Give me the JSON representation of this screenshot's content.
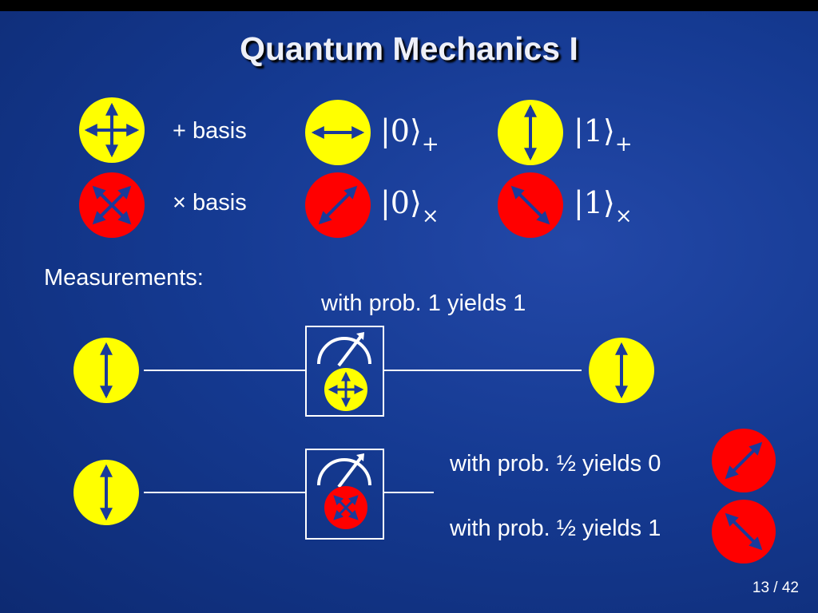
{
  "slide": {
    "title": "Quantum Mechanics I",
    "page_number": "13 / 42",
    "background_color": "#153a92",
    "accent_colors": {
      "yellow": "#ffff00",
      "red": "#ff0000",
      "arrow": "#1a3a9a"
    }
  },
  "bases": [
    {
      "label": "+ basis",
      "icon": "plus-basis-icon",
      "states": [
        {
          "icon": "horizontal-photon-icon",
          "ket": "|0⟩",
          "sub": "+"
        },
        {
          "icon": "vertical-photon-icon",
          "ket": "|1⟩",
          "sub": "+"
        }
      ]
    },
    {
      "label": "× basis",
      "icon": "cross-basis-icon",
      "states": [
        {
          "icon": "diagonal-photon-icon",
          "ket": "|0⟩",
          "sub": "×"
        },
        {
          "icon": "antidiagonal-photon-icon",
          "ket": "|1⟩",
          "sub": "×"
        }
      ]
    }
  ],
  "measurements": {
    "heading": "Measurements:",
    "case1": {
      "result": "with prob. 1 yields 1",
      "detector": "meter-icon"
    },
    "case2": {
      "results": [
        "with prob. ½ yields 0",
        "with prob. ½ yields 1"
      ],
      "detector": "meter-icon"
    }
  }
}
